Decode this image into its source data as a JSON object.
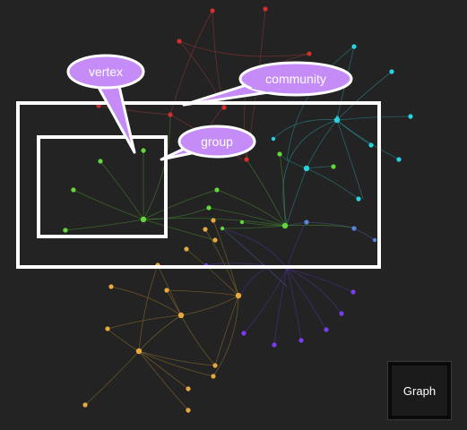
{
  "colors": {
    "background": "#232323",
    "red": "#d2302b",
    "cyan": "#27d3e0",
    "green": "#62d63a",
    "orange": "#e6a93d",
    "purple": "#7a3cf0",
    "blue": "#5b83d9",
    "callout_fill": "#c58cf7",
    "frame": "#ffffff"
  },
  "callouts": {
    "vertex": "vertex",
    "community": "community",
    "group": "group"
  },
  "button": {
    "label": "Graph"
  }
}
